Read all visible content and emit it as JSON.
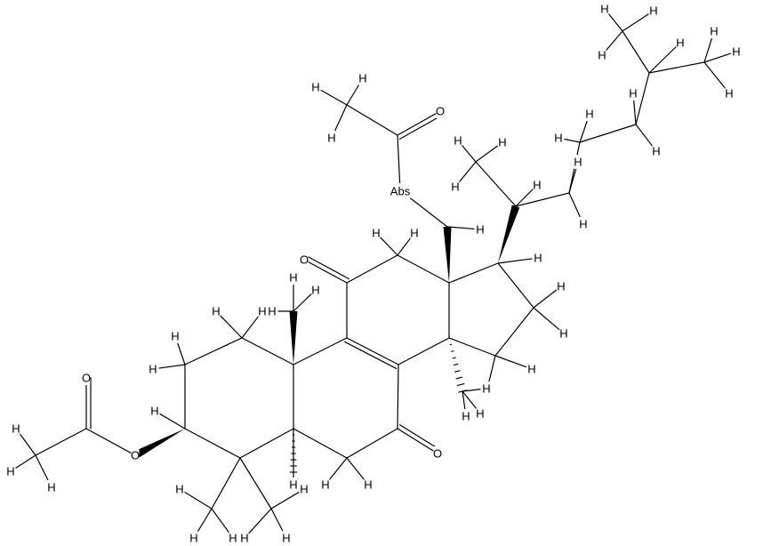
{
  "labels": {
    "hydrogen": "H",
    "oxygen": "O",
    "abs": "Abs"
  },
  "colors": {
    "ink": "#000000",
    "background": "#ffffff"
  }
}
